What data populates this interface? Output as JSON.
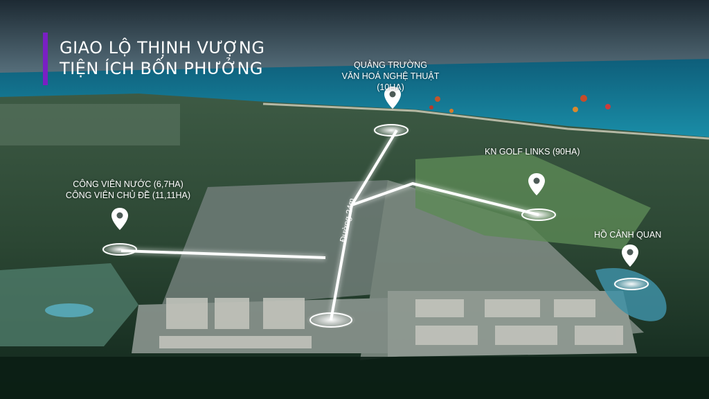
{
  "title": {
    "line1": "GIAO LỘ THỊNH VƯỢNG",
    "line2": "TIỆN ÍCH BỐN  PHƯỞNG"
  },
  "places": {
    "plaza": {
      "line1": "QUẢNG TRƯỜNG",
      "line2": "VĂN HOÁ NGHỆ THUẬT",
      "line3": "(10HA)"
    },
    "golf": {
      "label": "KN GOLF LINKS (90HA)"
    },
    "water_park": {
      "line1": "CÔNG VIÊN NƯỚC (6,7HA)",
      "line2": "CÔNG VIÊN CHỦ ĐỀ (11,11HA)"
    },
    "lake": {
      "label": "HỒ CẢNH QUAN"
    }
  },
  "road": {
    "label": "Đường 24m"
  },
  "colors": {
    "accent_bar": "#7a1fc4",
    "sea": "#1a7f9c",
    "route": "#ffffff"
  }
}
